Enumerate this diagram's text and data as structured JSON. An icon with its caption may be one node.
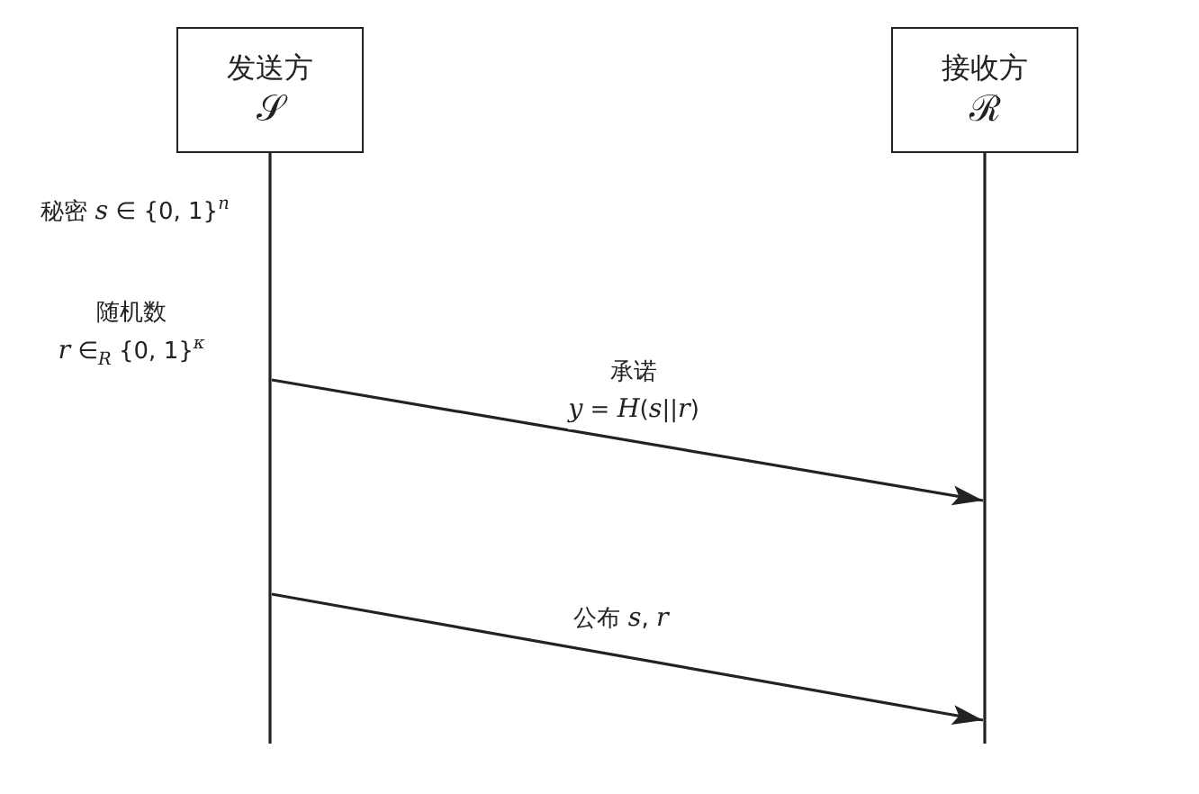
{
  "diagram": {
    "nodes": [
      {
        "text": [
          "发送方",
          "𝒮"
        ]
      },
      {
        "text": [
          "接收方",
          "ℛ"
        ]
      }
    ],
    "edges": [
      {
        "from": 0,
        "to": 1,
        "arrow": "to",
        "label": "承诺 *y* = *H*(*s*||*r*)"
      },
      {
        "from": 0,
        "to": 1,
        "arrow": "to",
        "label": "公布 *s*, *r*"
      }
    ],
    "labels": [
      "秘密 *s* ∈ {0, 1}$^{n}$",
      "随机数 *r* ∈$_{R}$ {0, 1}$^{κ}$"
    ]
  }
}
